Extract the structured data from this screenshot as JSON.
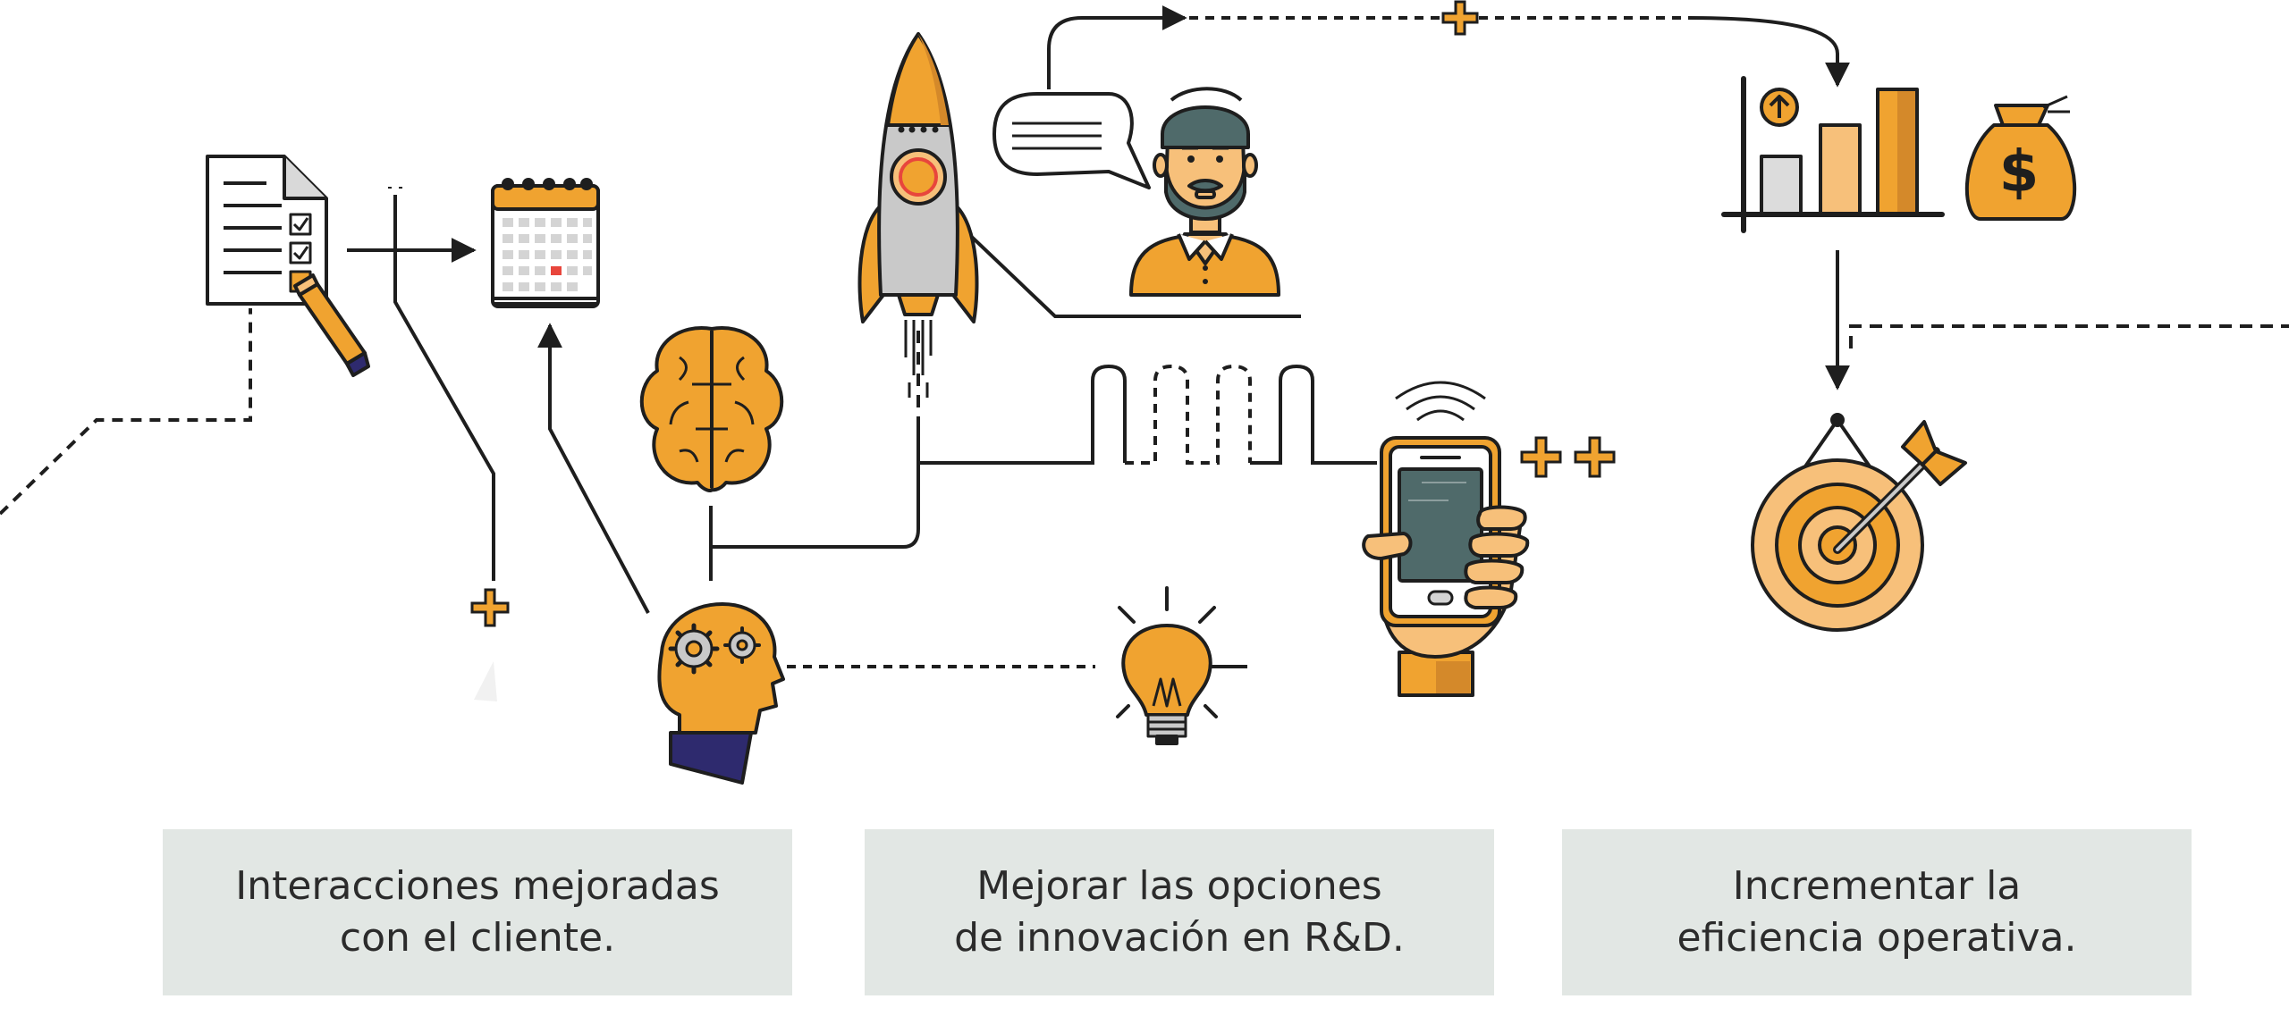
{
  "captions": [
    {
      "line1": "Interacciones mejoradas",
      "line2": "con el cliente."
    },
    {
      "line1": "Mejorar las opciones",
      "line2": "de innovación en R&D."
    },
    {
      "line1": "Incrementar la",
      "line2": "eficiencia operativa."
    }
  ],
  "icons": {
    "money_bag_symbol": "$"
  },
  "colors": {
    "orange": "#f0a330",
    "light_orange": "#f7c07a",
    "line": "#1e1e1e",
    "screen": "#4f6a6a",
    "caption_bg": "#e2e7e4"
  }
}
